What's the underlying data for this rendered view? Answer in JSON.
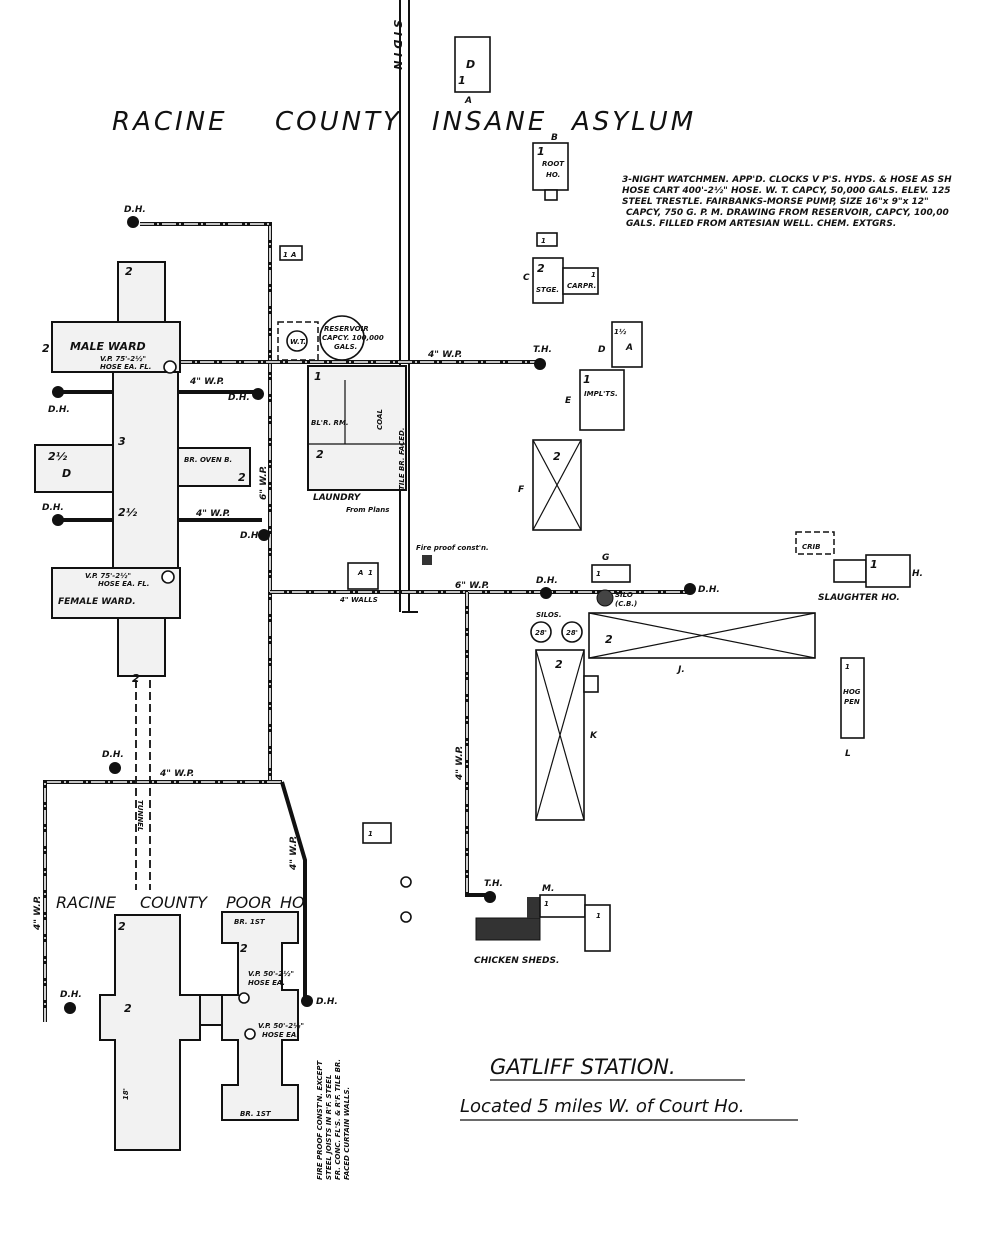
{
  "title": {
    "words": [
      "RACINE",
      "COUNTY",
      "INSANE",
      "ASYLUM"
    ]
  },
  "siding_label": "S I D I N",
  "notes": [
    "3-NIGHT WATCHMEN. APP'D. CLOCKS V P'S. HYDS. & HOSE AS SH",
    "HOSE CART 400'-2½\" HOSE. W. T. CAPCY, 50,000 GALS. ELEV. 125",
    "STEEL TRESTLE. FAIRBANKS-MORSE PUMP, SIZE 16\"x 9\"x 12\"",
    "CAPCY, 750 G. P. M. DRAWING FROM RESERVOIR, CAPCY, 100,00",
    "GALS. FILLED FROM ARTESIAN WELL. CHEM. EXTGRS."
  ],
  "buildings": {
    "a": {
      "letter": "A",
      "use": "D",
      "floors": "1"
    },
    "b": {
      "letter": "B",
      "use1": "ROOT",
      "use2": "HO.",
      "floors": "1"
    },
    "c": {
      "letter": "C",
      "use": "STGE.",
      "use2": "CARPR.",
      "floors": "2",
      "floors2": "1"
    },
    "d": {
      "letter": "D",
      "use": "A",
      "floors": "1½"
    },
    "e": {
      "letter": "E",
      "use": "IMPL'TS.",
      "floors": "1"
    },
    "f": {
      "letter": "F",
      "floors": "2"
    },
    "g": {
      "letter": "G",
      "floors": "1",
      "silo": "SILO",
      "silo_note": "(C.B.)"
    },
    "h": {
      "letter": "H.",
      "crib": "CRIB",
      "name": "SLAUGHTER HO.",
      "floors": "1"
    },
    "j": {
      "letter": "J.",
      "floors": "2"
    },
    "k": {
      "letter": "K",
      "floors": "2",
      "silos": "SILOS.",
      "silo_size": "28'"
    },
    "l": {
      "letter": "L",
      "use1": "HOG",
      "use2": "PEN",
      "floors": "1"
    },
    "m": {
      "letter": "M.",
      "name": "CHICKEN SHEDS.",
      "floors": "1"
    },
    "small1": {
      "floors": "1"
    },
    "small2": {
      "floors": "1"
    },
    "a_small": {
      "floors": "1",
      "use": "A"
    },
    "walls": {
      "floors": "1",
      "use": "A",
      "note": "4\" WALLS"
    },
    "fireproof": "Fire proof const'n.",
    "male_ward": {
      "name": "MALE WARD",
      "hose": "V.P. 75'-2½\"",
      "hose2": "HOSE EA. FL.",
      "floors": "2",
      "wing": "2"
    },
    "female_ward": {
      "name": "FEMALE WARD.",
      "hose": "V.P. 75'-2½\"",
      "hose2": "HOSE EA. FL.",
      "floors": "2"
    },
    "center": {
      "floors": "3",
      "d_floors": "2½",
      "d_use": "D",
      "lower": "2½",
      "oven": "BR. OVEN B.",
      "oven_floors": "2"
    },
    "laundry": {
      "name": "LAUNDRY",
      "note": "From Plans",
      "boiler": "BL'R. RM.",
      "coal": "COAL",
      "side": "TILE BR. FACED.",
      "floors": "1",
      "floors2": "2"
    },
    "reservoir": {
      "line1": "RESERVOIR",
      "line2": "CAPCY. 100,000",
      "line3": "GALS."
    },
    "water_tower": "W.T.",
    "poor_house": {
      "name_words": [
        "RACINE",
        "COUNTY",
        "POOR",
        "HO."
      ],
      "floors": "2",
      "hose": "V.P. 50'-2½\"",
      "hose2": "HOSE EA.",
      "br": "BR. 1ST",
      "wall": "18'"
    },
    "fire_note": [
      "FIRE PROOF CONST'N. EXCEPT",
      "STEEL JOISTS IN R'F. STEEL",
      "FR. CONC. FL'S. & R'F. TILE BR.",
      "FACED CURTAIN WALLS."
    ]
  },
  "pipes": {
    "wp4": "4\" W.P.",
    "wp6": "6\" W.P.",
    "tunnel": "TUNNEL"
  },
  "hydrants": {
    "dh": "D.H.",
    "th": "T.H."
  },
  "station": {
    "name": "GATLIFF STATION.",
    "location": "Located 5 miles W. of Court Ho."
  },
  "colors": {
    "ink": "#111111",
    "paper": "#ffffff",
    "stipple": "#f2f2f2"
  }
}
